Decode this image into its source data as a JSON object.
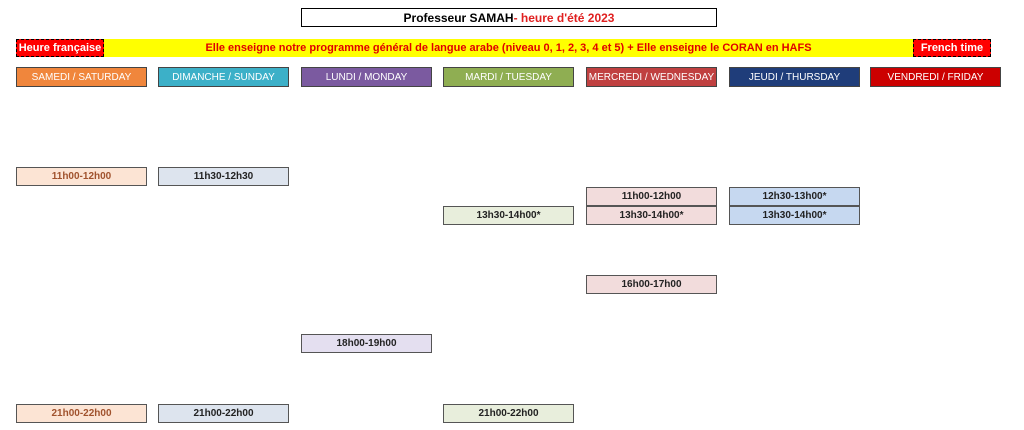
{
  "header": {
    "title_main": "Professeur SAMAH",
    "title_accent": " - heure d'été 2023",
    "left_label": "Heure française",
    "right_label": "French time",
    "center_text": "Elle enseigne notre programme général de langue arabe (niveau 0, 1, 2, 3, 4 et 5) + Elle enseigne le CORAN en HAFS"
  },
  "days": [
    {
      "label": "SAMEDI / SATURDAY",
      "color": "#f0863c"
    },
    {
      "label": "DIMANCHE / SUNDAY",
      "color": "#3cb0c8"
    },
    {
      "label": "LUNDI / MONDAY",
      "color": "#7b5aa0"
    },
    {
      "label": "MARDI / TUESDAY",
      "color": "#8fae52"
    },
    {
      "label": "MERCREDI / WEDNESDAY",
      "color": "#c04040"
    },
    {
      "label": "JEUDI / THURSDAY",
      "color": "#1f3d7a"
    },
    {
      "label": "VENDREDI / FRIDAY",
      "color": "#cc0000"
    }
  ],
  "slots": {
    "saturday": [
      "11h00-12h00",
      "21h00-22h00"
    ],
    "sunday": [
      "11h30-12h30",
      "21h00-22h00"
    ],
    "monday": [
      "18h00-19h00"
    ],
    "tuesday": [
      "13h30-14h00*",
      "21h00-22h00"
    ],
    "wednesday": [
      "11h00-12h00",
      "13h30-14h00*",
      "16h00-17h00"
    ],
    "thursday": [
      "12h30-13h00*",
      "13h30-14h00*"
    ]
  },
  "colors": {
    "saturday_fill": "#fce4d4",
    "saturday_text": "#a0522d",
    "sunday_fill": "#dde4ee",
    "monday_fill": "#e4dff0",
    "tuesday_fill": "#e8eedc",
    "wednesday_fill": "#f2dcdc",
    "thursday_fill": "#c6d8f0"
  }
}
